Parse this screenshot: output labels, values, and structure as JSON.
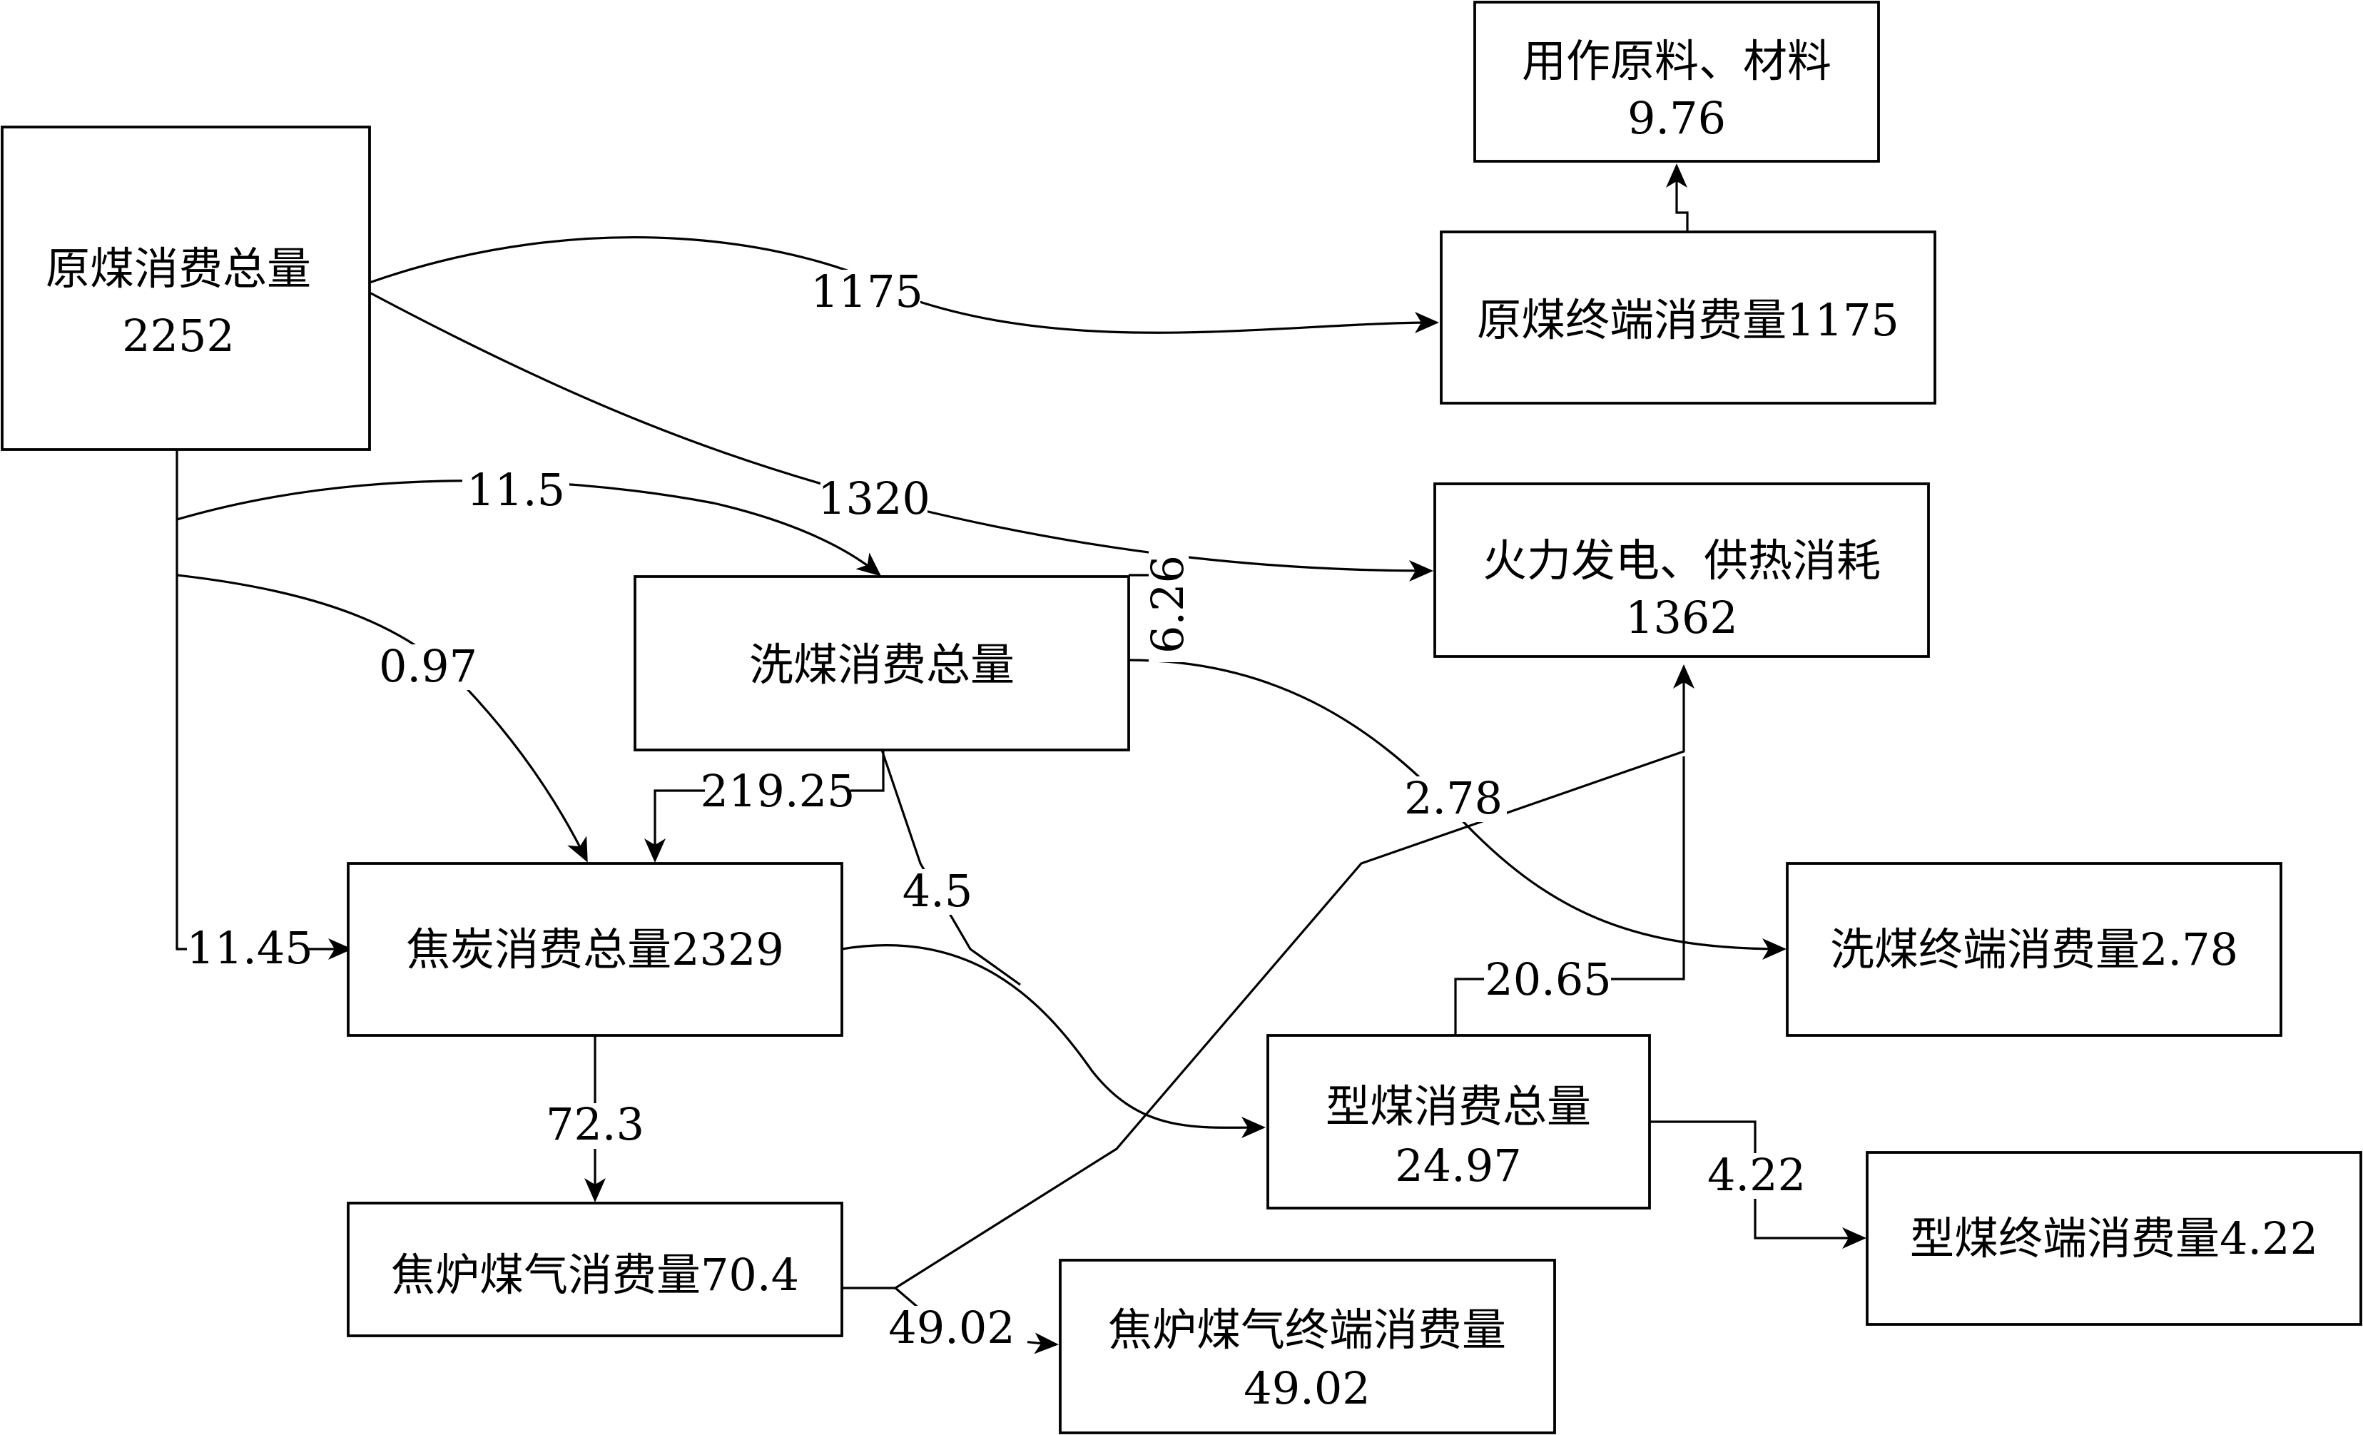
{
  "nodes": {
    "raw_coal_total": {
      "line1": "原煤消费总量",
      "line2": "2252"
    },
    "raw_coal_terminal": {
      "line1": "原煤终端消费量1175"
    },
    "feedstock": {
      "line1": "用作原料、材料",
      "line2": "9.76"
    },
    "power_heat": {
      "line1": "火力发电、供热消耗",
      "line2": "1362"
    },
    "washed_coal_total": {
      "line1": "洗煤消费总量"
    },
    "coke_total": {
      "line1": "焦炭消费总量2329"
    },
    "washed_coal_terminal": {
      "line1": "洗煤终端消费量2.78"
    },
    "briquette_total": {
      "line1": "型煤消费总量",
      "line2": "24.97"
    },
    "briquette_terminal": {
      "line1": "型煤终端消费量4.22"
    },
    "coke_gas": {
      "line1": "焦炉煤气消费量70.4"
    },
    "coke_gas_terminal": {
      "line1": "焦炉煤气终端消费量",
      "line2": "49.02"
    }
  },
  "edges": {
    "raw_to_terminal": "1175",
    "raw_to_power": "1320",
    "raw_to_washed": "11.5",
    "raw_to_coke_a": "0.97",
    "raw_to_coke_b": "11.45",
    "washed_to_power": "6.26",
    "washed_to_coke": "219.25",
    "washed_to_terminal": "2.78",
    "washed_to_briquette": "4.5",
    "coke_to_gas": "72.3",
    "briquette_to_power": "20.65",
    "briquette_to_terminal": "4.22",
    "gas_to_terminal": "49.02"
  }
}
